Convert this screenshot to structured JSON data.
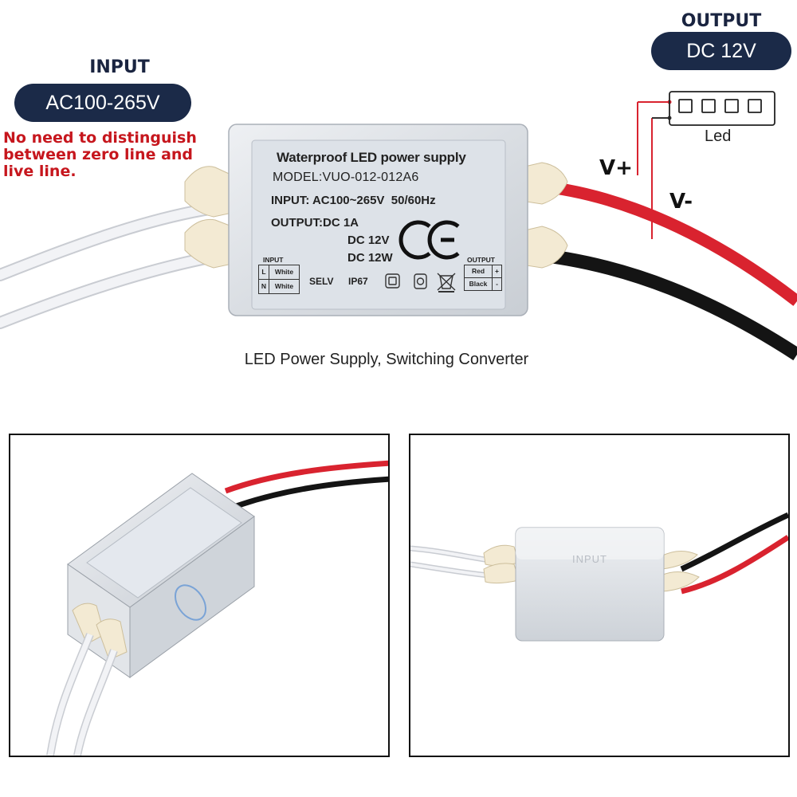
{
  "input": {
    "heading": "INPUT",
    "voltage": "AC100-265V",
    "note_lines": [
      "No need to distinguish",
      "between zero line and",
      "live line."
    ]
  },
  "output": {
    "heading": "OUTPUT",
    "voltage": "DC 12V",
    "led_label": "Led",
    "v_plus": "V+",
    "v_minus": "V-"
  },
  "label": {
    "title": "Waterproof LED power supply",
    "model": "MODEL:VUO-012-012A6",
    "input_spec": "INPUT: AC100~265V  50/60Hz",
    "output_spec": "OUTPUT:DC 1A",
    "dc_voltage": "DC 12V",
    "dc_power": "DC 12W",
    "ce_mark": "CE",
    "input_box_title": "INPUT",
    "input_rows": [
      {
        "pin": "L",
        "color": "White"
      },
      {
        "pin": "N",
        "color": "White"
      }
    ],
    "output_box_title": "OUTPUT",
    "output_rows": [
      {
        "color": "Red",
        "pin": "+"
      },
      {
        "color": "Black",
        "pin": "-"
      }
    ],
    "selv": "SELV",
    "ip": "IP67"
  },
  "caption": "LED Power Supply, Switching Converter",
  "photo_right": {
    "case_text": "INPUT"
  },
  "colors": {
    "pill": "#1b2a48",
    "warning": "#c6161d",
    "wire_red": "#d9232f",
    "wire_black": "#141414",
    "wire_white": "#e9eaee",
    "case_silver": "#dfe3e8"
  },
  "icons": [
    "ce-mark-icon",
    "led-strip-icon",
    "class-ii-icon",
    "transformer-icon",
    "weee-bin-icon"
  ]
}
